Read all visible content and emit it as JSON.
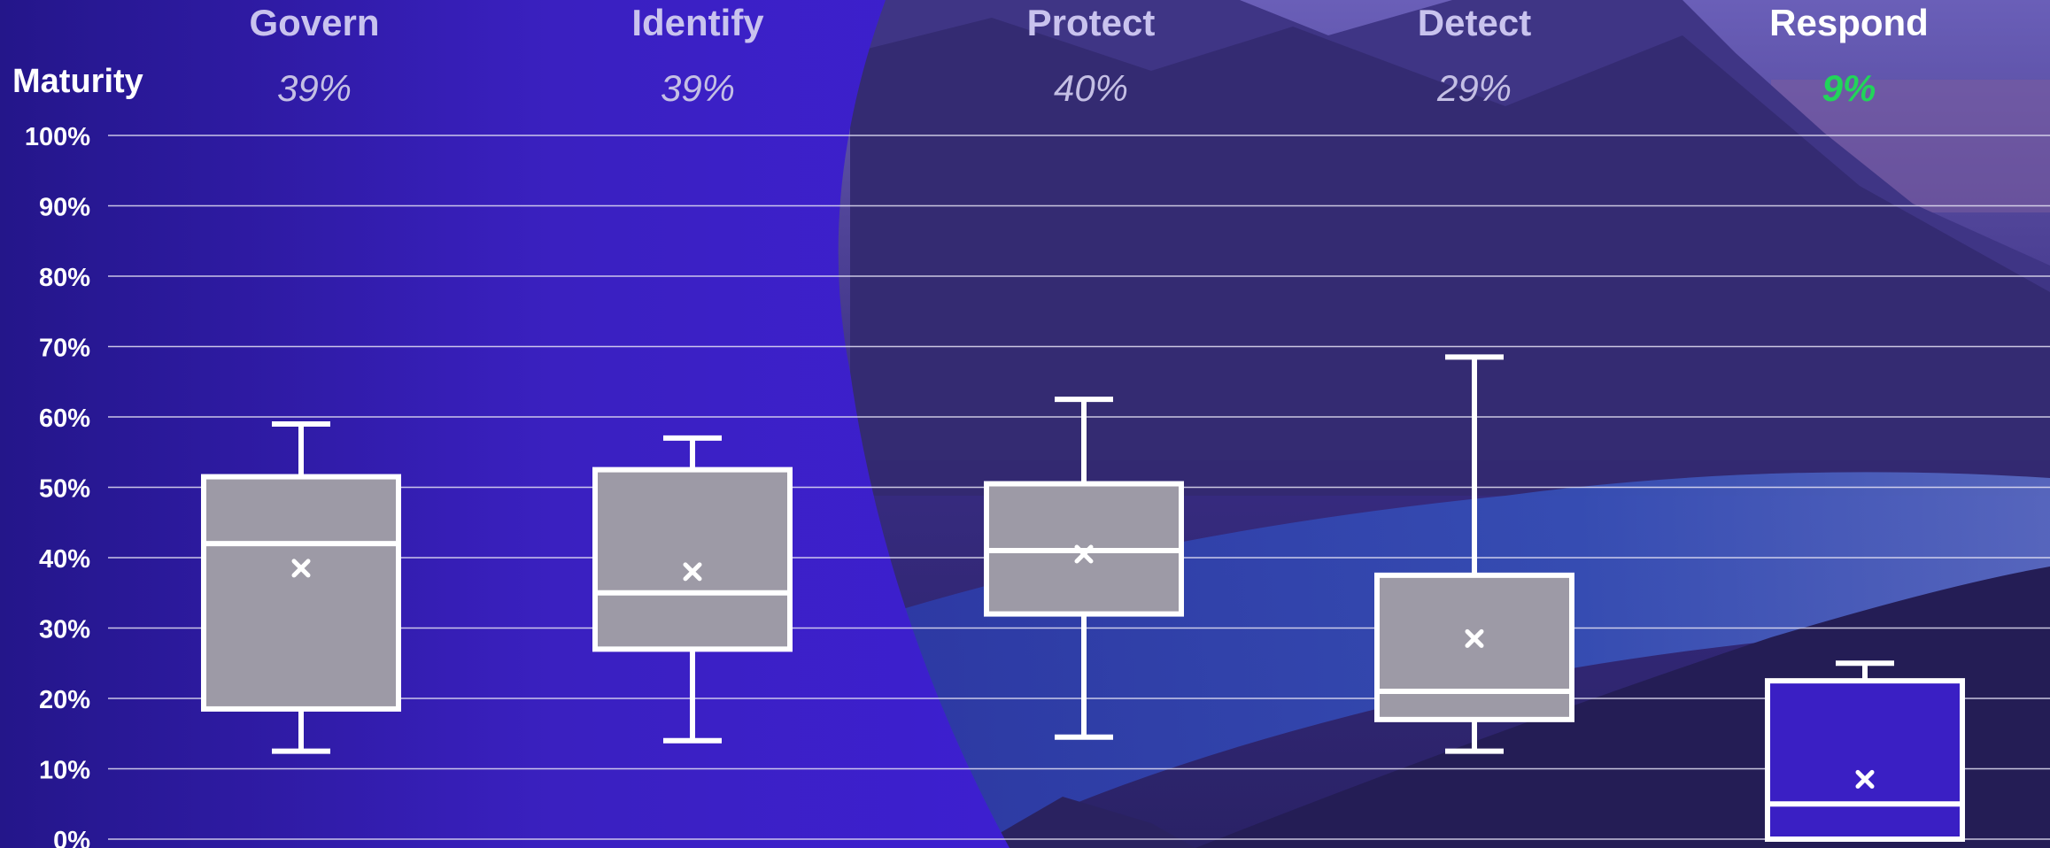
{
  "row_label": "Maturity",
  "colors": {
    "bg_left": "#2a1b9a",
    "bg_mid": "#3c1fcc",
    "photo_tint": "#3b2f8f",
    "box_fill": "#9d9aa6",
    "box_fill_highlight": "#3a1fc4",
    "stroke": "#ffffff",
    "header_dim": "#c9c3ee",
    "pct_dim": "#c4bfe4",
    "pct_highlight": "#22d45a",
    "gridline": "#e6e3f5"
  },
  "chart_data": {
    "type": "box",
    "ylim": [
      0,
      100
    ],
    "y_ticks": [
      "0%",
      "10%",
      "20%",
      "30%",
      "40%",
      "50%",
      "60%",
      "70%",
      "80%",
      "90%",
      "100%"
    ],
    "grid": true,
    "categories": [
      "Govern",
      "Identify",
      "Protect",
      "Detect",
      "Respond"
    ],
    "maturity": [
      "39%",
      "39%",
      "40%",
      "29%",
      "9%"
    ],
    "highlight": "Respond",
    "boxes": [
      {
        "category": "Govern",
        "min": 12.5,
        "q1": 18.5,
        "median": 42,
        "q3": 51.5,
        "max": 59,
        "mean": 38.5
      },
      {
        "category": "Identify",
        "min": 14,
        "q1": 27,
        "median": 35,
        "q3": 52.5,
        "max": 57,
        "mean": 38
      },
      {
        "category": "Protect",
        "min": 14.5,
        "q1": 32,
        "median": 41,
        "q3": 50.5,
        "max": 62.5,
        "mean": 40.5
      },
      {
        "category": "Detect",
        "min": 12.5,
        "q1": 17,
        "median": 21,
        "q3": 37.5,
        "max": 68.5,
        "mean": 28.5
      },
      {
        "category": "Respond",
        "min": 0,
        "q1": 0,
        "median": 5,
        "q3": 22.5,
        "max": 25,
        "mean": 8.5
      }
    ]
  }
}
